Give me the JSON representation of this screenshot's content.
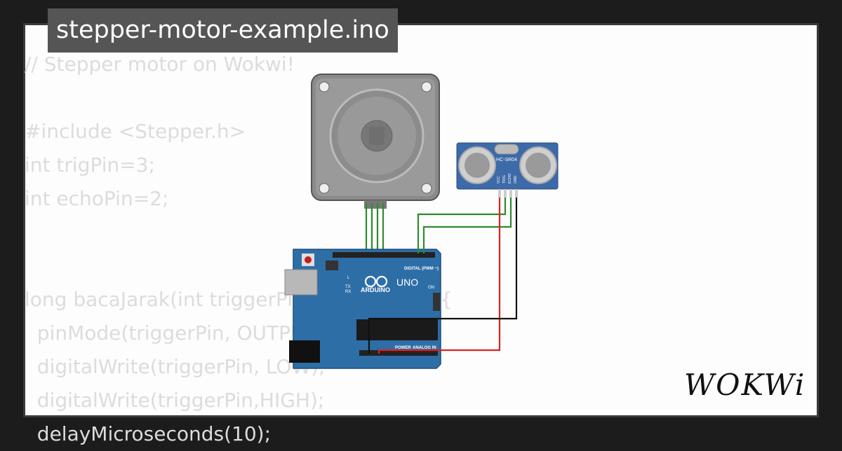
{
  "title": "stepper-motor-example.ino",
  "code_lines": [
    "// Stepper motor on Wokwi!",
    "",
    "#include <Stepper.h>",
    "int trigPin=3;",
    "int echoPin=2;",
    "",
    "",
    "long bacaJarak(int triggerPin, int echoPin) {",
    "  pinMode(triggerPin, OUTPUT);",
    "  digitalWrite(triggerPin, LOW);",
    "  digitalWrite(triggerPin,HIGH);",
    "  delayMicroseconds(10);"
  ],
  "arduino": {
    "brand": "ARDUINO",
    "model": "UNO",
    "digital_label": "DIGITAL (PWM ~)",
    "power_label": "POWER",
    "analog_label": "ANALOG IN",
    "on_label": "ON",
    "l_label": "L",
    "tx_label": "TX",
    "rx_label": "RX"
  },
  "sensor": {
    "label": "HC-SR04",
    "pins": [
      "VCC",
      "TRIG",
      "ECHO",
      "GND"
    ]
  },
  "logo": "WOKWi",
  "colors": {
    "background": "#1c1c1c",
    "card": "#fdfdfd",
    "title_bg": "#555555",
    "arduino_blue": "#2e6ea7",
    "sensor_blue": "#3d6aa8",
    "wire_green": "#2e8b2e",
    "wire_red": "#e02020",
    "wire_black": "#111111"
  }
}
